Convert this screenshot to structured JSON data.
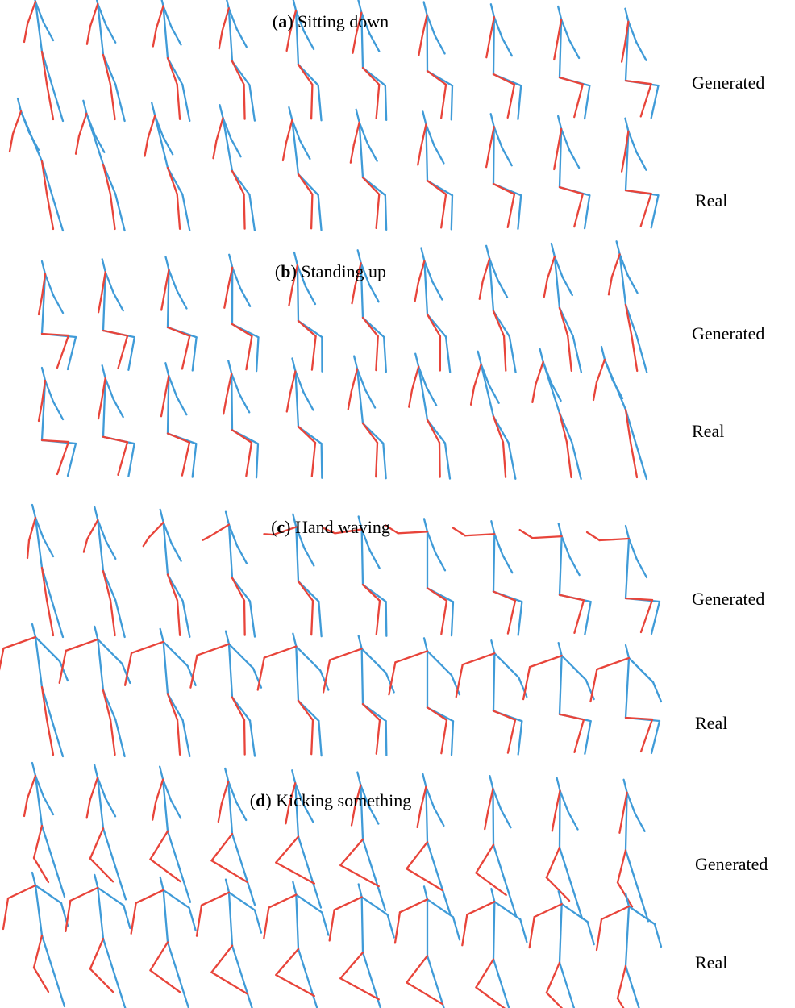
{
  "colors": {
    "side_a": "#e8443a",
    "side_b": "#3f9bd8"
  },
  "panels": [
    {
      "id": "a",
      "letter": "a",
      "name": "Sitting down",
      "rows": [
        {
          "label": "Generated",
          "start": 0,
          "end": 0.95,
          "style": "thin"
        },
        {
          "label": "Real",
          "start": 0,
          "end": 0.95,
          "style": "lean"
        }
      ]
    },
    {
      "id": "b",
      "letter": "b",
      "name": "Standing up",
      "rows": [
        {
          "label": "Generated",
          "start": 1,
          "end": 0.05,
          "style": "thin"
        },
        {
          "label": "Real",
          "start": 1,
          "end": 0.0,
          "style": "lean"
        }
      ]
    },
    {
      "id": "c",
      "letter": "c",
      "name": "Hand waving",
      "rows": [
        {
          "label": "Generated",
          "start": 0,
          "end": 1,
          "style": "wave"
        },
        {
          "label": "Real",
          "start": 0,
          "end": 1,
          "style": "wavewide"
        }
      ]
    },
    {
      "id": "d",
      "letter": "d",
      "name": "Kicking something",
      "rows": [
        {
          "label": "Generated",
          "start": 0,
          "end": 0.8,
          "style": "kick"
        },
        {
          "label": "Real",
          "start": 0,
          "end": 1,
          "style": "kickwide"
        }
      ]
    }
  ]
}
